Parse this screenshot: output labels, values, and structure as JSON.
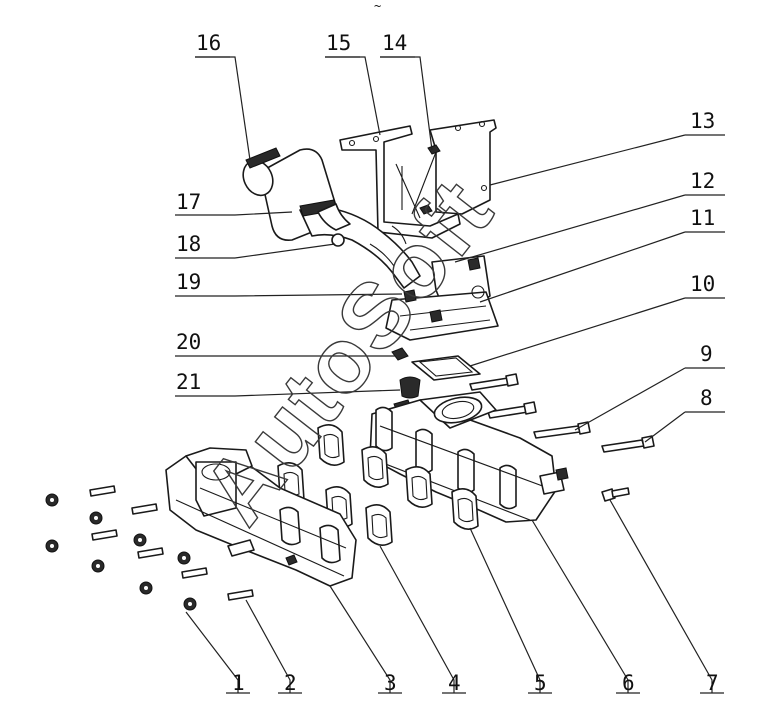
{
  "diagram": {
    "top_mark": "~",
    "watermark": "AutoSoft",
    "callouts": [
      {
        "id": 1,
        "label": "1"
      },
      {
        "id": 2,
        "label": "2"
      },
      {
        "id": 3,
        "label": "3"
      },
      {
        "id": 4,
        "label": "4"
      },
      {
        "id": 5,
        "label": "5"
      },
      {
        "id": 6,
        "label": "6"
      },
      {
        "id": 7,
        "label": "7"
      },
      {
        "id": 8,
        "label": "8"
      },
      {
        "id": 9,
        "label": "9"
      },
      {
        "id": 10,
        "label": "10"
      },
      {
        "id": 11,
        "label": "11"
      },
      {
        "id": 12,
        "label": "12"
      },
      {
        "id": 13,
        "label": "13"
      },
      {
        "id": 14,
        "label": "14"
      },
      {
        "id": 15,
        "label": "15"
      },
      {
        "id": 16,
        "label": "16"
      },
      {
        "id": 17,
        "label": "17"
      },
      {
        "id": 18,
        "label": "18"
      },
      {
        "id": 19,
        "label": "19"
      },
      {
        "id": 20,
        "label": "20"
      },
      {
        "id": 21,
        "label": "21"
      }
    ]
  }
}
